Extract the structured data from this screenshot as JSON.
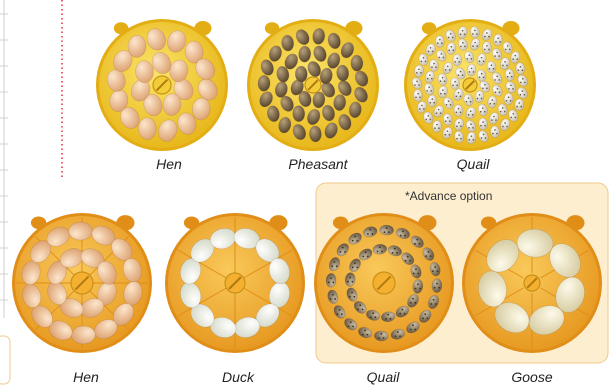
{
  "labels": {
    "top_hen": "Hen",
    "top_pheasant": "Pheasant",
    "top_quail": "Quail",
    "bottom_hen": "Hen",
    "bottom_duck": "Duck",
    "bottom_quail": "Quail",
    "bottom_goose": "Goose",
    "advance_option": "*Advance option"
  },
  "colors": {
    "top_tray_yellow": "#f5d33a",
    "bottom_tray_orange": "#f3b23a",
    "hen_egg": "#f0c59a",
    "pheasant_egg": "#8a7350",
    "quail_egg": "#e9e4d6",
    "duck_egg": "#f4f6ee",
    "goose_egg": "#f1ecd2",
    "advance_panel_bg": "#fdeecf",
    "advance_panel_border": "#f0c98a",
    "sidebar_dots": "#e0202a"
  }
}
